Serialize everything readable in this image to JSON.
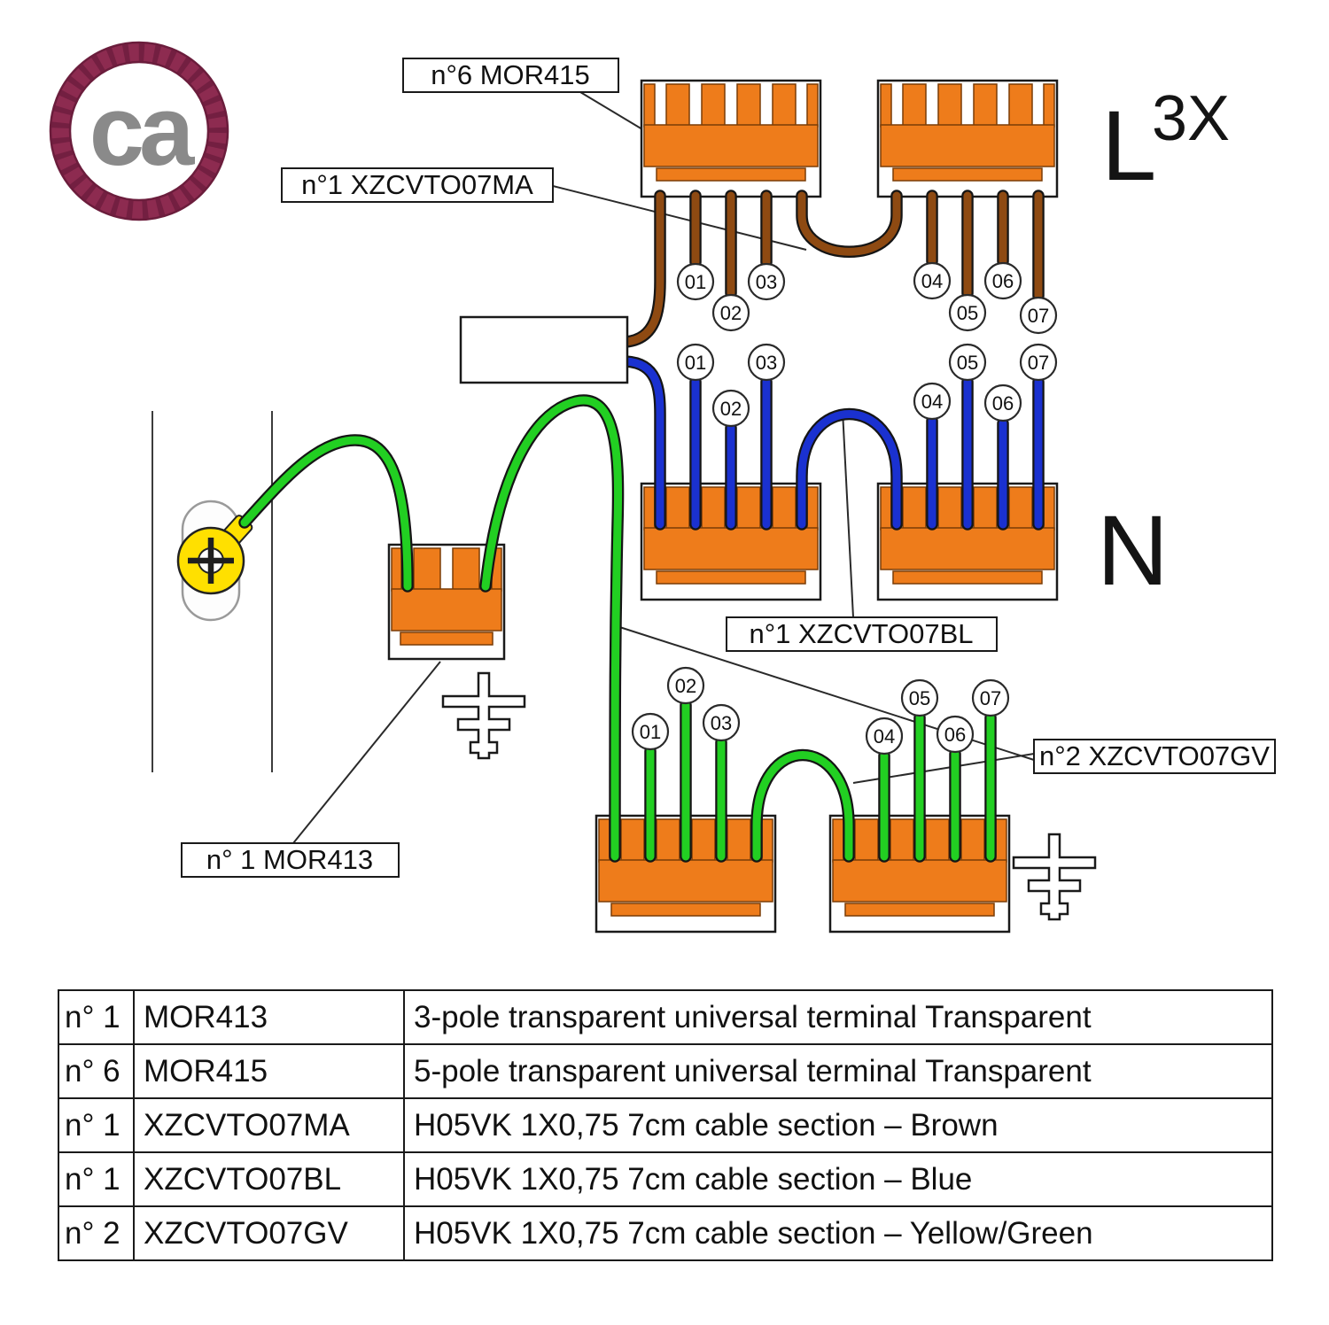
{
  "logo": {
    "text": "ca"
  },
  "diagram": {
    "labels": {
      "mor415": "n°6 MOR415",
      "ma": "n°1 XZCVTO07MA",
      "bl": "n°1 XZCVTO07BL",
      "gv": "n°2 XZCVTO07GV",
      "mor413": "n° 1  MOR413",
      "line_l": "L",
      "multiplier": "3X",
      "line_n": "N"
    },
    "connector_numbers": {
      "brown": [
        "01",
        "02",
        "03",
        "04",
        "05",
        "06",
        "07"
      ],
      "blue": [
        "01",
        "02",
        "03",
        "04",
        "05",
        "06",
        "07"
      ],
      "green": [
        "01",
        "02",
        "03",
        "04",
        "05",
        "06",
        "07"
      ]
    },
    "colors": {
      "brown": "#8e4a12",
      "blue": "#1a31d0",
      "green": "#22cf22",
      "terminal_orange": "#ee7c1b",
      "logo_ring": "#8d2b50",
      "earth_lug_yellow": "#ffe000"
    }
  },
  "table": {
    "rows": [
      {
        "qty": "n° 1",
        "code": "MOR413",
        "desc": "3-pole transparent universal terminal Transparent"
      },
      {
        "qty": "n° 6",
        "code": "MOR415",
        "desc": "5-pole transparent universal terminal Transparent"
      },
      {
        "qty": "n° 1",
        "code": "XZCVTO07MA",
        "desc": "H05VK 1X0,75 7cm cable section – Brown"
      },
      {
        "qty": "n° 1",
        "code": "XZCVTO07BL",
        "desc": "H05VK 1X0,75 7cm cable section – Blue"
      },
      {
        "qty": "n° 2",
        "code": "XZCVTO07GV",
        "desc": "H05VK 1X0,75 7cm cable section – Yellow/Green"
      }
    ]
  }
}
